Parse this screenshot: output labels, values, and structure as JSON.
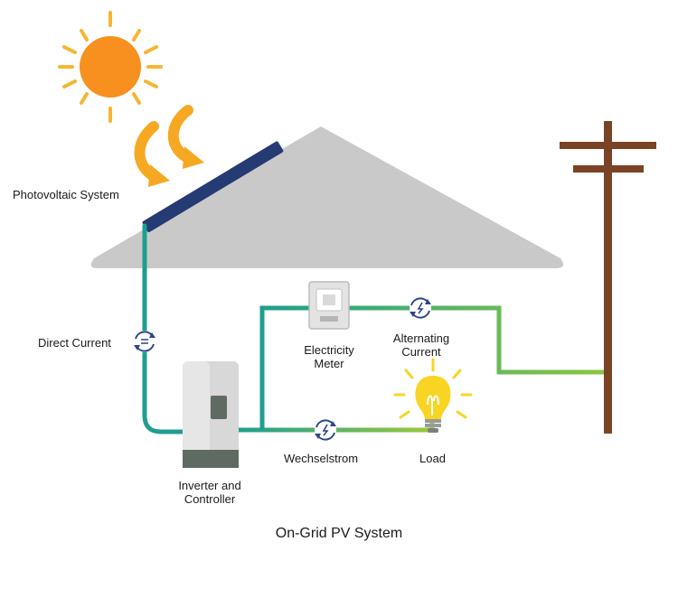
{
  "labels": {
    "photovoltaic": "Photovoltaic System",
    "direct_current": "Direct Current",
    "electricity_meter_line1": "Electricity",
    "electricity_meter_line2": "Meter",
    "alternating_line1": "Alternating",
    "alternating_line2": "Current",
    "inverter_line1": "Inverter and",
    "inverter_line2": "Controller",
    "wechselstrom": "Wechselstrom",
    "load": "Load"
  },
  "caption": "On-Grid PV System",
  "colors": {
    "sun": "#f7901e",
    "sun_rays": "#f7b531",
    "roof": "#c9c9c9",
    "panel": "#253b73",
    "dc_wire": "#1f9e8f",
    "ac_wire_start": "#2aa38c",
    "ac_wire_end": "#8cc63f",
    "pole": "#7a4326",
    "inverter_body": "#d6d6d6",
    "inverter_base": "#5f6b62",
    "bulb": "#f9d523",
    "symbol": "#2d4487"
  }
}
